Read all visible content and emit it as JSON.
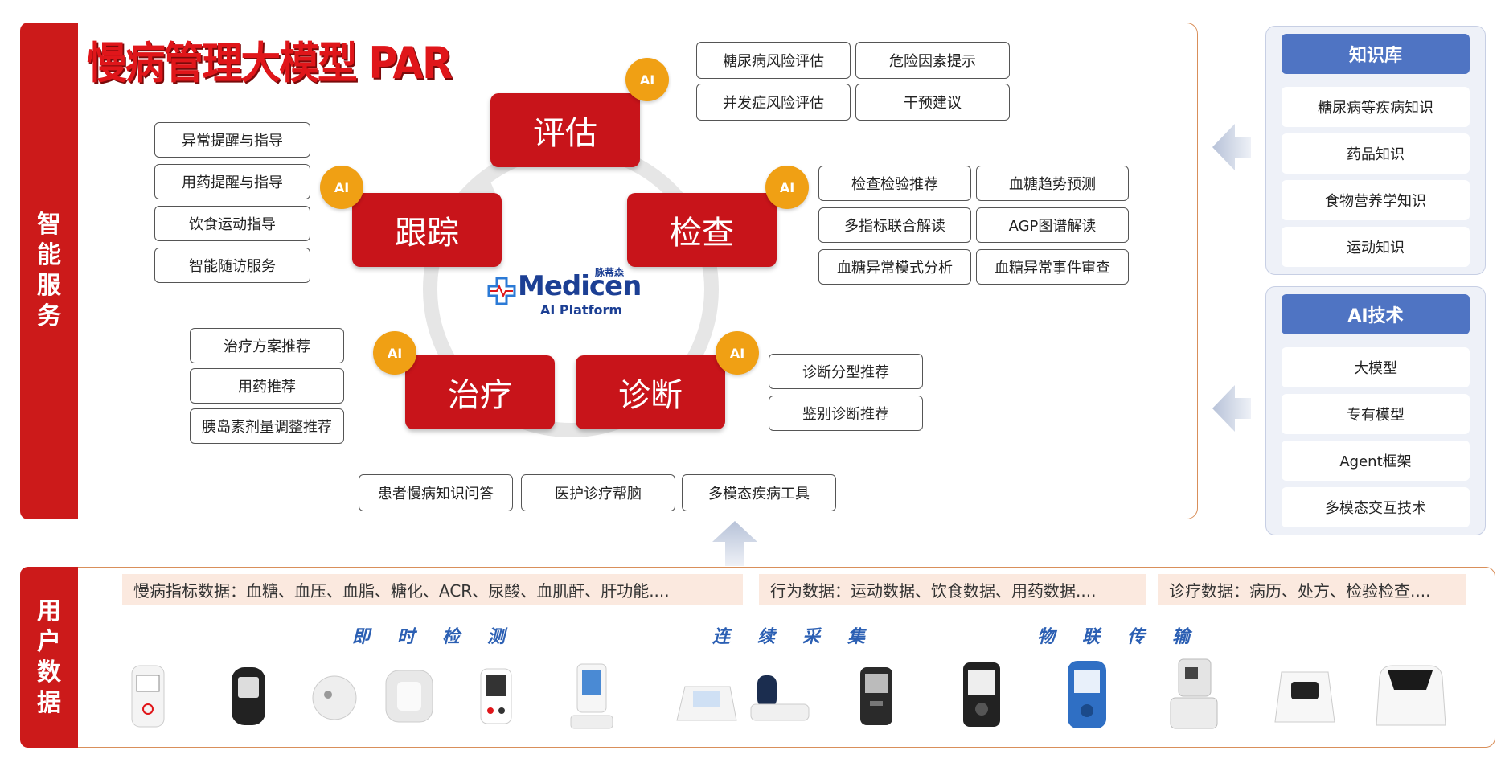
{
  "service": {
    "side_label": "智能服务",
    "title": "慢病管理大模型 PAR",
    "ai_badge": "AI",
    "stages": {
      "assess": "评估",
      "check": "检查",
      "diagnose": "诊断",
      "treat": "治疗",
      "track": "跟踪"
    },
    "assess_items": [
      "糖尿病风险评估",
      "危险因素提示",
      "并发症风险评估",
      "干预建议"
    ],
    "check_items": [
      "检查检验推荐",
      "血糖趋势预测",
      "多指标联合解读",
      "AGP图谱解读",
      "血糖异常模式分析",
      "血糖异常事件审查"
    ],
    "diagnose_items": [
      "诊断分型推荐",
      "鉴别诊断推荐"
    ],
    "treat_items": [
      "治疗方案推荐",
      "用药推荐",
      "胰岛素剂量调整推荐"
    ],
    "track_items": [
      "异常提醒与指导",
      "用药提醒与指导",
      "饮食运动指导",
      "智能随访服务"
    ],
    "bottom_items": [
      "患者慢病知识问答",
      "医护诊疗帮脑",
      "多模态疾病工具"
    ],
    "logo": {
      "name": "Medicen",
      "cn": "脉蒂森",
      "sub": "AI Platform"
    }
  },
  "knowledge": {
    "title": "知识库",
    "items": [
      "糖尿病等疾病知识",
      "药品知识",
      "食物营养学知识",
      "运动知识"
    ]
  },
  "ai_tech": {
    "title": "AI技术",
    "items": [
      "大模型",
      "专有模型",
      "Agent框架",
      "多模态交互技术"
    ]
  },
  "user_data": {
    "side_label": "用户数据",
    "chips": [
      "慢病指标数据：血糖、血压、血脂、糖化、ACR、尿酸、血肌酐、肝功能....",
      "行为数据：运动数据、饮食数据、用药数据....",
      "诊疗数据：病历、处方、检验检查...."
    ],
    "categories": [
      "即时检测",
      "连续采集",
      "物联传输"
    ]
  },
  "colors": {
    "brand_red": "#c8141a",
    "ai_orange": "#f0a014",
    "side_blue": "#4f74c3",
    "logo_blue": "#1c3f94"
  }
}
